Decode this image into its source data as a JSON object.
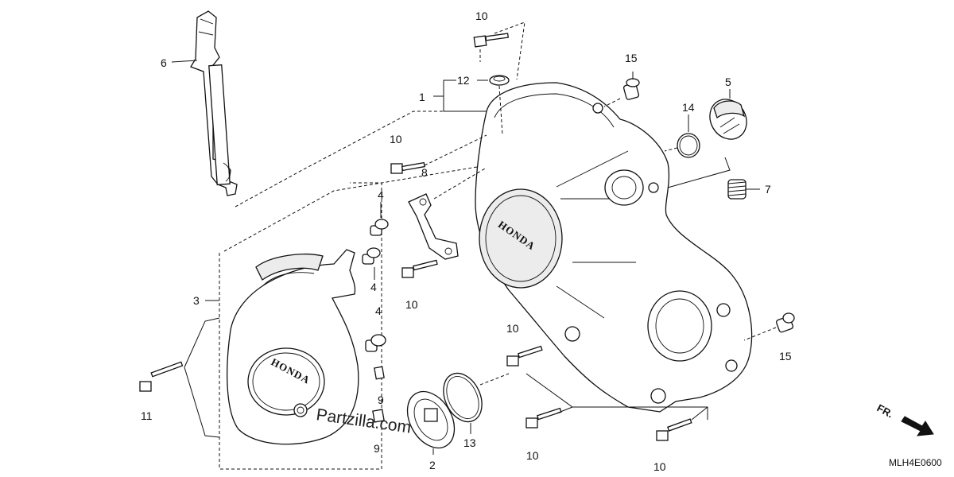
{
  "callouts": {
    "c1": "1",
    "c2": "2",
    "c3": "3",
    "c4a": "4",
    "c4b": "4",
    "c4c": "4",
    "c5": "5",
    "c6": "6",
    "c7": "7",
    "c8": "8",
    "c9a": "9",
    "c9b": "9",
    "c10a": "10",
    "c10b": "10",
    "c10c": "10",
    "c10d": "10",
    "c10e": "10",
    "c10f": "10",
    "c11": "11",
    "c12": "12",
    "c13": "13",
    "c14": "14",
    "c15a": "15",
    "c15b": "15"
  },
  "logo_text": "HONDA",
  "watermark": "Partzilla.com",
  "direction_label": "FR.",
  "diagram_code": "MLH4E0600"
}
